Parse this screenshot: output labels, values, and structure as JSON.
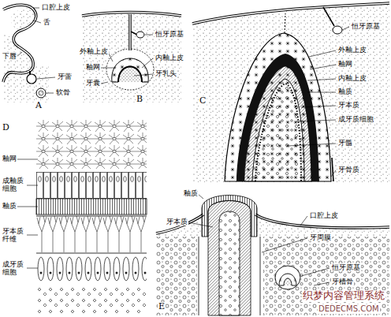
{
  "diagram": {
    "labels": [
      "口腔上皮",
      "舌",
      "下唇",
      "牙蕾",
      "软骨",
      "A",
      "恒牙原基",
      "外釉上皮",
      "内釉上皮",
      "釉网",
      "牙乳头",
      "牙囊",
      "B",
      "恒牙原基",
      "外釉上皮",
      "釉网",
      "内釉上皮",
      "釉质",
      "牙本质",
      "成牙质细胞",
      "牙髓",
      "牙骨质",
      "C",
      "D",
      "釉网",
      "成釉质 细胞",
      "釉质",
      "牙本质 纤维",
      "成牙质 细胞",
      "釉质",
      "牙本质",
      "口腔上皮",
      "牙周膜",
      "恒牙原基",
      "牙槽骨",
      "E",
      "织梦内容管理系统",
      "DEDECMS.COM"
    ]
  }
}
